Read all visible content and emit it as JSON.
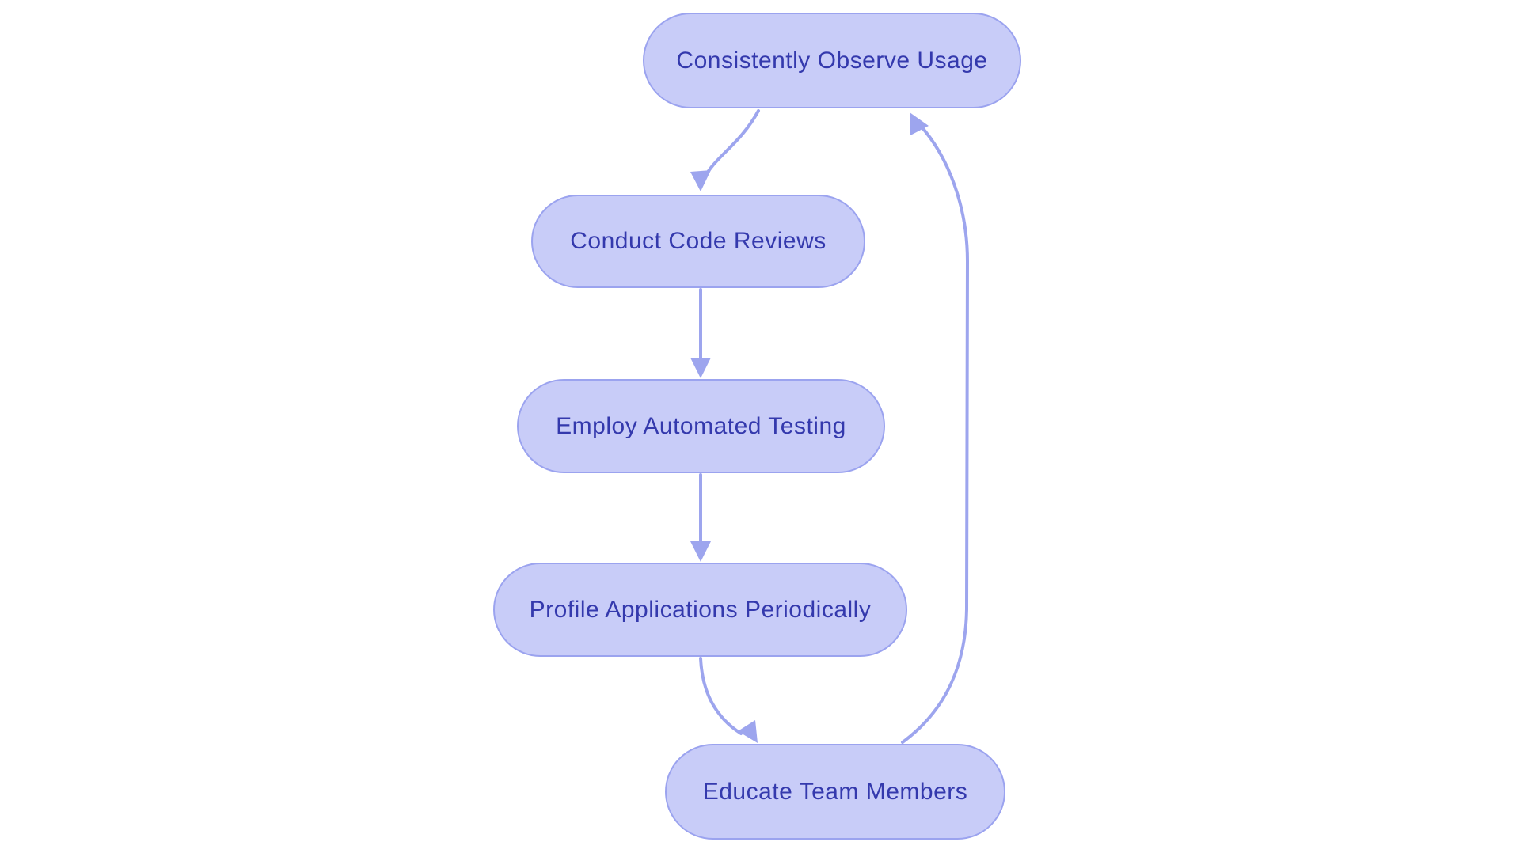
{
  "diagram": {
    "type": "flowchart",
    "direction": "cyclic top-down loop",
    "nodes": [
      {
        "id": "observe",
        "label": "Consistently Observe Usage"
      },
      {
        "id": "reviews",
        "label": "Conduct Code Reviews"
      },
      {
        "id": "testing",
        "label": "Employ Automated Testing"
      },
      {
        "id": "profile",
        "label": "Profile Applications Periodically"
      },
      {
        "id": "educate",
        "label": "Educate Team Members"
      }
    ],
    "edges": [
      {
        "from": "observe",
        "to": "reviews"
      },
      {
        "from": "reviews",
        "to": "testing"
      },
      {
        "from": "testing",
        "to": "profile"
      },
      {
        "from": "profile",
        "to": "educate"
      },
      {
        "from": "educate",
        "to": "observe"
      }
    ]
  },
  "colors": {
    "background": "#ffffff",
    "node-fill": "#c8ccf8",
    "node-border": "#9ba3ef",
    "node-text": "#3439ad",
    "edge": "#9da5ee"
  }
}
